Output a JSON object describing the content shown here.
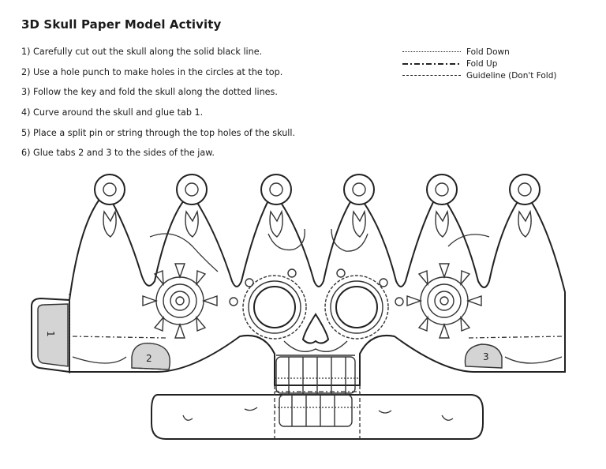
{
  "title": "3D Skull Paper Model Activity",
  "steps": [
    "1) Carefully cut out the skull along the solid black line.",
    "2) Use a hole punch to make holes in the circles at the top.",
    "3) Follow the key and fold the skull along the dotted lines.",
    "4) Curve around the skull and glue tab 1.",
    "5) Place a split pin or string through the top holes of the skull.",
    "6) Glue tabs 2 and 3 to the sides of the jaw."
  ],
  "key": [
    {
      "style": "dotted",
      "label": "Fold Down"
    },
    {
      "style": "dashdot",
      "label": "Fold Up"
    },
    {
      "style": "dashed",
      "label": "Guideline (Don't Fold)"
    }
  ],
  "tabs": {
    "tab1": "1",
    "tab2": "2",
    "tab3": "3"
  }
}
